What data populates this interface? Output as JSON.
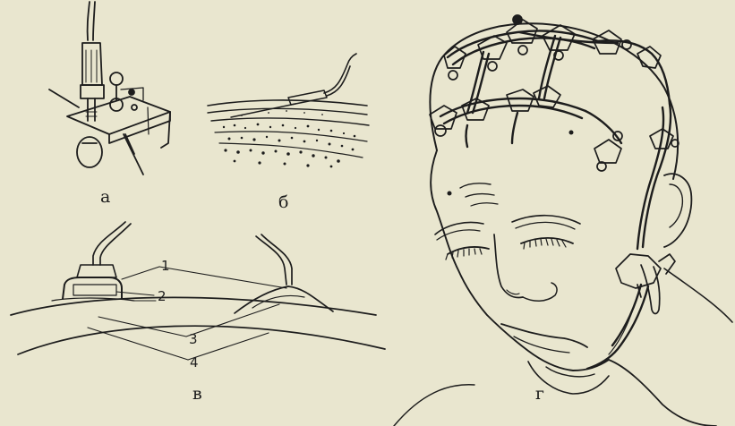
{
  "colors": {
    "paper": "#e9e6cf",
    "ink": "#1d1d1d",
    "stipple": "#2a2a2a"
  },
  "panels": {
    "a": {
      "label": "а"
    },
    "b": {
      "label": "б"
    },
    "c": {
      "label": "в"
    },
    "d": {
      "label": "г"
    }
  },
  "callouts": [
    "1",
    "2",
    "3",
    "4"
  ]
}
